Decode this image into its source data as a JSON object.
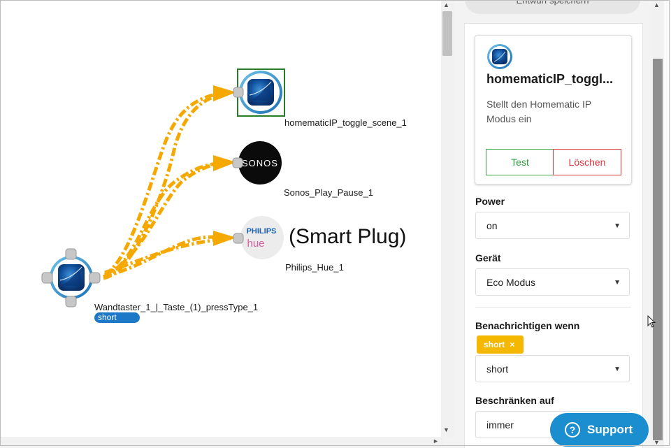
{
  "graph": {
    "nodes": [
      {
        "id": "wandtaster",
        "label": "Wandtaster_1_|_Taste_(1)_pressType_1",
        "badge": "short",
        "icon": "homematic-ip-icon"
      },
      {
        "id": "toggle",
        "label": "homematicIP_toggle_scene_1",
        "icon": "homematic-ip-icon"
      },
      {
        "id": "sonos",
        "label": "Sonos_Play_Pause_1",
        "icon": "sonos-logo",
        "logo_text": "SONOS"
      },
      {
        "id": "hue",
        "label": "Philips_Hue_1",
        "icon": "philips-hue-logo",
        "logo_brand": "PHILIPS",
        "logo_sub": "hue"
      }
    ],
    "annotation": "(Smart Plug)",
    "colors": {
      "edge": "#f5a800",
      "selected_border": "#2a7a2a",
      "port": "#c7c7c7",
      "badge": "#1e78c8"
    }
  },
  "sidebar": {
    "draft_button": "Entwurf speichern",
    "card": {
      "title": "homematicIP_toggl...",
      "description": "Stellt den Homematic IP Modus ein",
      "test_label": "Test",
      "delete_label": "Löschen"
    },
    "fields": {
      "power": {
        "label": "Power",
        "value": "on"
      },
      "device": {
        "label": "Gerät",
        "value": "Eco Modus"
      },
      "notify": {
        "label": "Benachrichtigen wenn",
        "tag": "short",
        "tag_remove": "×",
        "value": "short"
      },
      "restrict": {
        "label": "Beschränken auf",
        "value": "immer"
      }
    },
    "support_label": "Support",
    "support_icon": "?"
  },
  "icons": {
    "caret": "▼",
    "scroll_up": "▲",
    "scroll_down": "▼",
    "scroll_right": "►",
    "tag_remove": "close-icon"
  }
}
